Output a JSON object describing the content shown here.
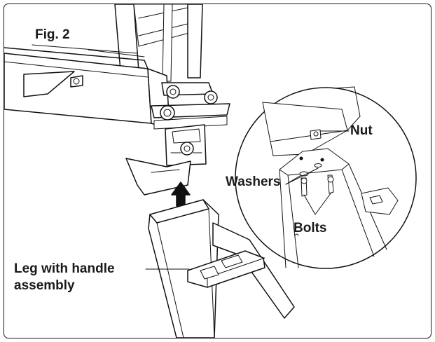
{
  "figure_label": "Fig. 2",
  "callouts": {
    "nut": "Nut",
    "washers": "Washers",
    "bolts": "Bolts",
    "leg_line1": "Leg with handle",
    "leg_line2": "assembly"
  },
  "icons": {
    "direction_arrow": "up-arrow-icon",
    "detail_view": "magnified-detail-circle"
  },
  "colors": {
    "line": "#111111",
    "background": "#ffffff"
  }
}
